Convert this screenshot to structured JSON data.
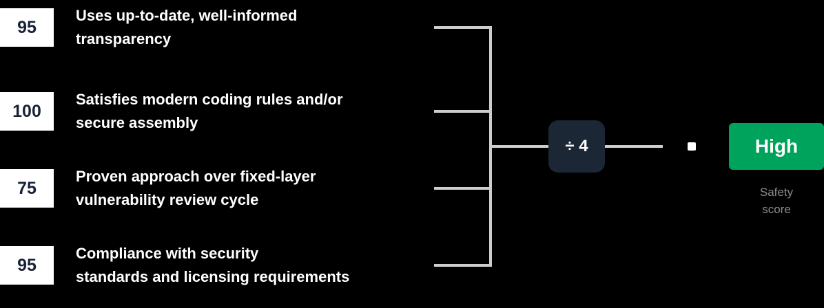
{
  "rows": [
    {
      "score": "95",
      "label": [
        "Uses up-to-date, well-informed",
        "transparency"
      ]
    },
    {
      "score": "100",
      "label": [
        "Satisfies modern coding rules and/or",
        "secure assembly"
      ]
    },
    {
      "score": "75",
      "label": [
        "Proven approach over fixed-layer",
        "vulnerability review cycle"
      ]
    },
    {
      "score": "95",
      "label": [
        "Compliance with security",
        "standards and licensing requirements"
      ]
    }
  ],
  "operator": {
    "label": "÷ 4"
  },
  "result": {
    "label": "High",
    "caption": [
      "Safety",
      "score"
    ]
  },
  "icons": {
    "equals_marker": "square"
  },
  "colors": {
    "background": "#000000",
    "panel": "#ffffff",
    "score_text": "#1a2238",
    "label_text": "#ffffff",
    "line": "#cdcdcd",
    "operator_box": "#1c2736",
    "operator_text": "#ffffff",
    "accent_green": "#00a35c",
    "result_text": "#ffffff",
    "caption_text": "#8d8d8d"
  }
}
